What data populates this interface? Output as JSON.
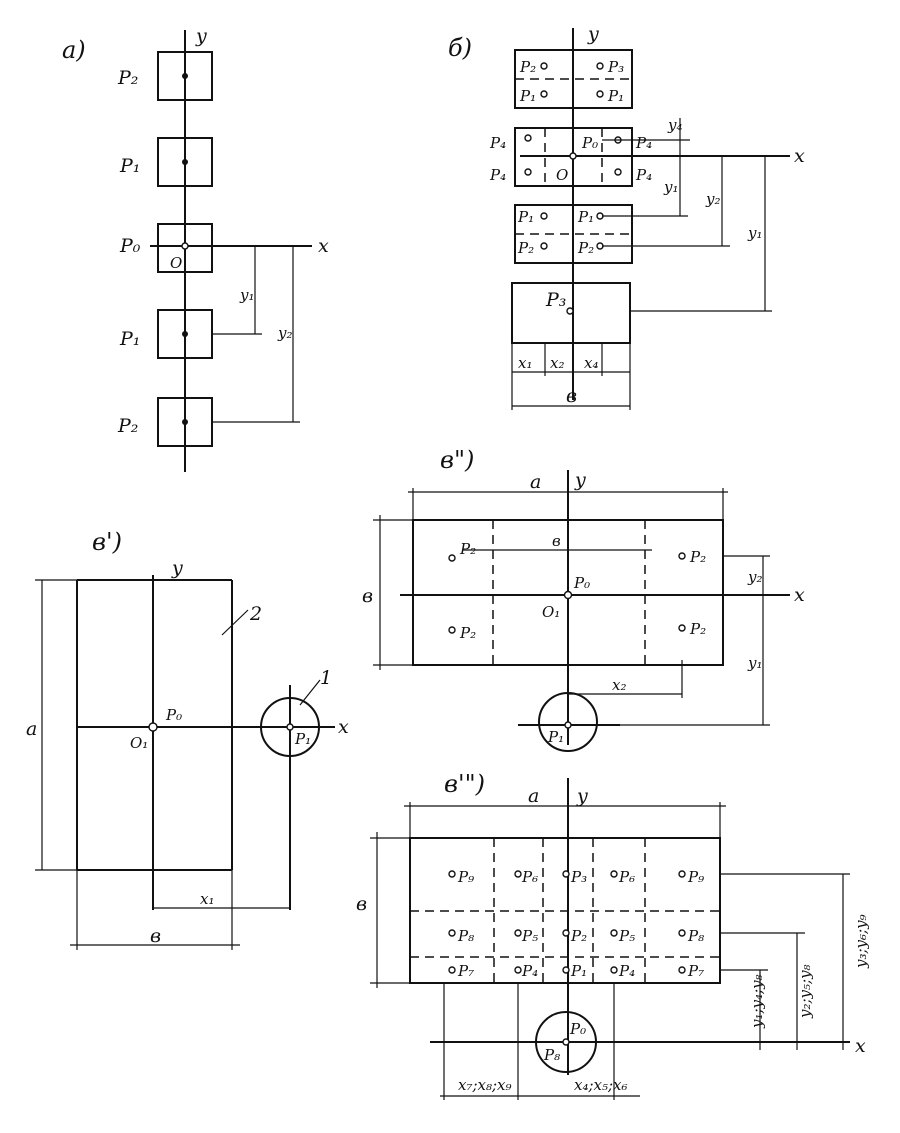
{
  "labels": {
    "a": "а)",
    "b": "б)",
    "v": "в')",
    "v2": "в\")",
    "v3": "в'\")",
    "y": "y",
    "x": "x",
    "O": "O",
    "O1": "O₁",
    "P0": "P₀",
    "P1": "P₁",
    "P2": "P₂",
    "P3": "P₃",
    "P4": "P₄",
    "P5": "P₅",
    "P6": "P₆",
    "P7": "P₇",
    "P8": "P₈",
    "P9": "P₉",
    "y1": "y₁",
    "y2": "y₂",
    "y4": "y₄",
    "x1": "x₁",
    "x2": "x₂",
    "x4": "x₄",
    "a_dim": "a",
    "b_dim": "в",
    "one": "1",
    "two": "2",
    "y1y4y8": "y₁;y₄;y₈",
    "y2y5y8": "y₂;y₅;y₈",
    "y3y6y9": "y₃;y₆;y₉",
    "x7x8x9": "x₇;x₈;x₉",
    "x4x5x6": "x₄;x₅;x₆"
  }
}
